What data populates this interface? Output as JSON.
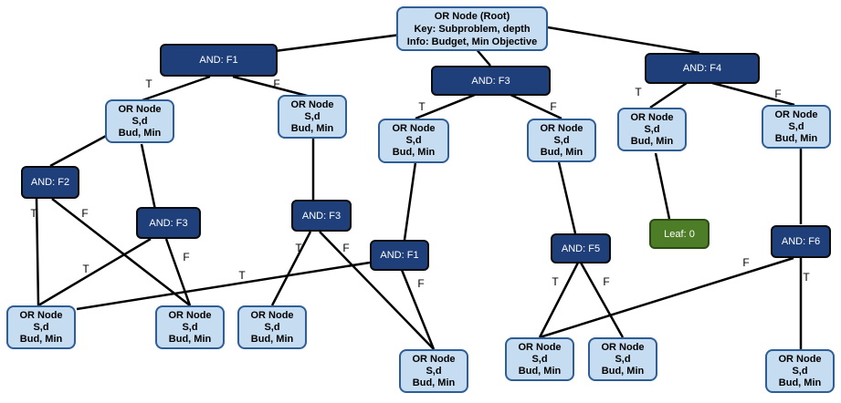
{
  "colors": {
    "or_fill": "#c6dcf1",
    "or_border": "#2f5d95",
    "and_fill": "#1f3f7a",
    "leaf_fill": "#4e7d27",
    "edge": "#000000"
  },
  "root": {
    "lines": [
      "OR Node (Root)",
      "Key: Subproblem, depth",
      "Info: Budget, Min Objective"
    ]
  },
  "or_node": {
    "lines": [
      "OR Node",
      "S,d",
      "Bud, Min"
    ]
  },
  "and_nodes": {
    "f1_top": "AND: F1",
    "f3_top": "AND: F3",
    "f4_top": "AND: F4",
    "f2": "AND: F2",
    "f3_left": "AND: F3",
    "f3_mid": "AND: F3",
    "f1_mid": "AND: F1",
    "f5": "AND: F5",
    "f6": "AND: F6"
  },
  "leaf": {
    "label": "Leaf: 0"
  },
  "edge_labels": {
    "true": "T",
    "false": "F"
  }
}
